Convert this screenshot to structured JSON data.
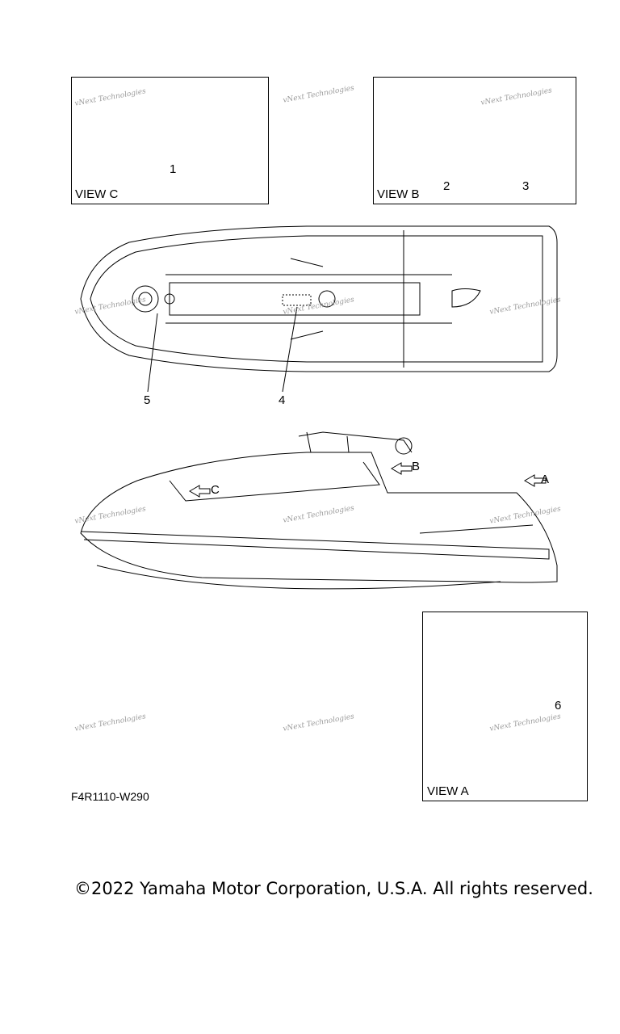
{
  "views": {
    "c": "VIEW C",
    "b": "VIEW B",
    "a": "VIEW A"
  },
  "callouts": [
    "1",
    "2",
    "3",
    "4",
    "5",
    "6"
  ],
  "arrows": {
    "a": "A",
    "b": "B",
    "c": "C"
  },
  "watermark": "vNext Technologies",
  "figure_code": "F4R1110-W290",
  "copyright": "©2022 Yamaha Motor Corporation, U.S.A. All rights reserved."
}
